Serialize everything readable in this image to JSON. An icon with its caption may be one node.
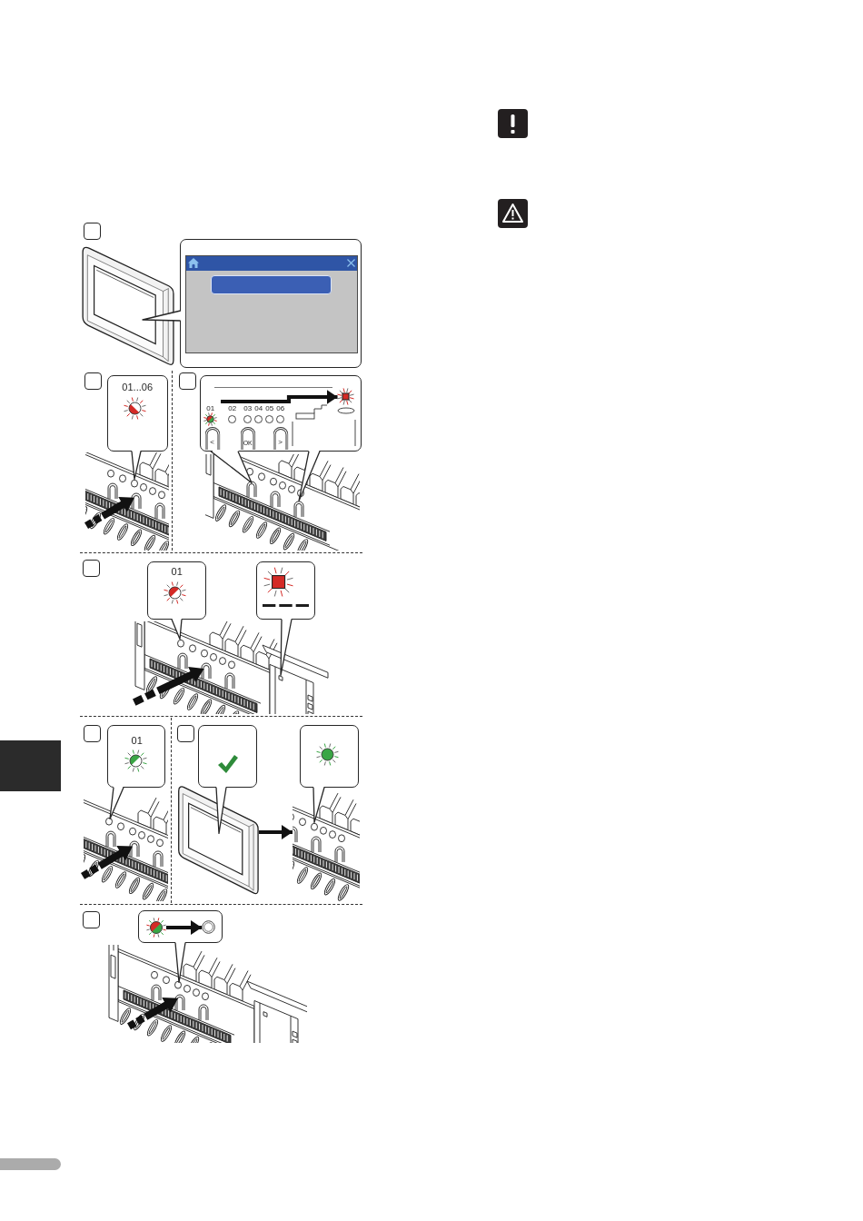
{
  "diagram": {
    "nodes": [
      {
        "text": [],
        "shape": "box"
      },
      {
        "text": [],
        "shape": "box"
      },
      {
        "text": [],
        "shape": "box"
      },
      {
        "text": [
          "01...06"
        ]
      },
      {
        "text": [],
        "shape": "box"
      },
      {
        "text": [
          "01",
          "02",
          "03",
          "04",
          "05",
          "06",
          "<",
          "OK",
          ">"
        ]
      },
      {
        "text": [],
        "shape": "box"
      },
      {
        "text": [
          "01"
        ]
      },
      {
        "text": [],
        "shape": "box"
      },
      {
        "text": [],
        "shape": "box"
      },
      {
        "text": [
          "01"
        ]
      },
      {
        "text": [],
        "shape": "box"
      },
      {
        "text": [],
        "shape": "box"
      },
      {
        "text": [],
        "shape": "picture"
      },
      {
        "text": [],
        "shape": "picture"
      },
      {
        "text": [],
        "shape": "box"
      },
      {
        "text": [],
        "shape": "box"
      },
      {
        "text": [],
        "shape": "box"
      },
      {
        "text": [],
        "shape": "circle",
        "in": 17
      },
      {
        "text": [],
        "shape": "circle",
        "in": 17
      },
      {
        "text": [],
        "shape": "box",
        "in": 5
      }
    ],
    "edges": [
      {
        "from": 13,
        "to": 14,
        "arrow": "to"
      },
      {
        "from": 18,
        "to": 19,
        "arrow": "to"
      },
      {
        "from": null,
        "to": 20,
        "arrow": "to"
      }
    ]
  }
}
